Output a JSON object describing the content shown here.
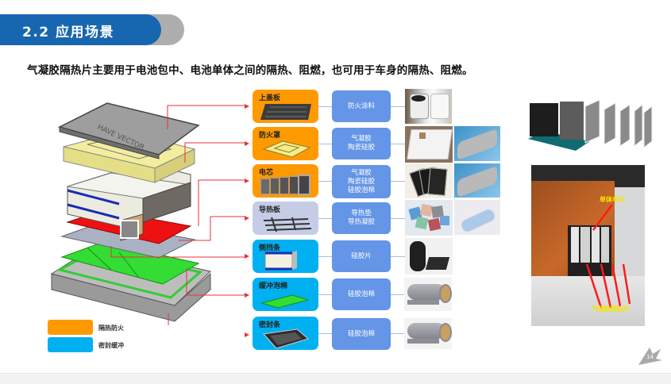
{
  "header": {
    "section_title": "2.2 应用场景"
  },
  "subtitle": "气凝胶隔热片主要用于电池包中、电池单体之间的隔热、阻燃，也可用于车身的隔热、阻燃。",
  "exploded_view": {
    "logo_text": "HAVE VECTOR"
  },
  "components": [
    {
      "label": "上盖板",
      "category": "隔热防火",
      "material": "防火涂料",
      "color": "#ff9900"
    },
    {
      "label": "防火罩",
      "category": "隔热防火",
      "material": "气凝胶\n陶瓷硅胶",
      "color": "#ff9900"
    },
    {
      "label": "电芯",
      "category": "隔热防火",
      "material": "气凝胶\n陶瓷硅胶\n硅胶泡棉",
      "color": "#ff9900"
    },
    {
      "label": "导热板",
      "category": "",
      "material": "导热垫\n导热凝胶",
      "color": "#c5cde6"
    },
    {
      "label": "侧挡条",
      "category": "密封缓冲",
      "material": "硅胶片",
      "color": "#00b0f0"
    },
    {
      "label": "缓冲泡棉",
      "category": "密封缓冲",
      "material": "硅胶泡棉",
      "color": "#00b0f0"
    },
    {
      "label": "密封条",
      "category": "密封缓冲",
      "material": "硅胶泡棉",
      "color": "#00b0f0"
    }
  ],
  "legend": [
    {
      "label": "隔热防火",
      "color": "#ff9900"
    },
    {
      "label": "密封缓冲",
      "color": "#00b0f0"
    }
  ],
  "photo_annotations": {
    "cell_label": "单体电芯",
    "sheet_label": "气凝胶隔热片"
  },
  "page_number": "14",
  "colors": {
    "header_blue": "#1766b0",
    "header_gray": "#aeaeae",
    "material_blue": "#6495e6",
    "leader_red": "#e8323c",
    "annotation_yellow": "#f5e600"
  }
}
